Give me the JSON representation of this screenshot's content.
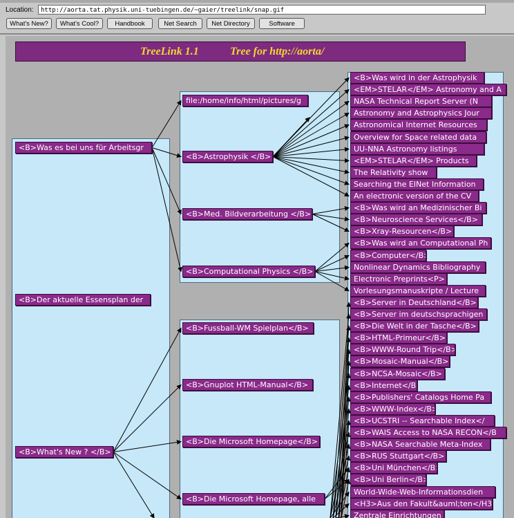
{
  "location": {
    "label": "Location:",
    "url": "http://aorta.tat.physik.uni-tuebingen.de/~gaier/treelink/snap.gif"
  },
  "nav_buttons": [
    "What's New?",
    "What's Cool?",
    "Handbook",
    "Net Search",
    "Net Directory",
    "Software"
  ],
  "title": {
    "app": "TreeLink 1.1",
    "tree": "Tree for http://aorta/"
  },
  "tree": {
    "left_nodes": [
      "<B>Was es bei uns für Arbeitsgr",
      "<B>Der aktuelle Essensplan der",
      "<B>What's New ? </B>"
    ],
    "mid_upper_nodes": [
      "file:/home/info/html/pictures/g",
      "<B>Astrophysik </B>",
      "<B>Med. Bildverarbeitung </B>",
      "<B>Computational Physics </B>"
    ],
    "mid_lower_nodes": [
      "<B>Fussball-WM Spielplan</B>",
      "<B>Gnuplot HTML-Manual</B>",
      "<B>Die Microsoft Homepage</B>",
      "<B>Die Microsoft Homepage, alle"
    ],
    "right_nodes": [
      "<B>Was wird in der Astrophysik",
      "<EM>STELAR</EM> Astronomy and A",
      "NASA Technical Report Server (N",
      "Astronomy and Astrophysics Jour",
      "Astronomical Internet Resources",
      "Overview for Space related data",
      "UU-NNA Astronomy listings",
      "<EM>STELAR</EM> Products",
      "The Relativity show",
      "Searching the EINet Information",
      "An electronic version of the CV",
      "<B>Was wird an Medizinischer Bi",
      "<B>Neuroscience Services</B>",
      "<B>Xray-Resourcen</B>",
      "<B>Was wird an Computational Ph",
      "<B>Computer</B>",
      "Nonlinear Dynamics Bibliography",
      "Electronic Preprints<P>",
      "Vorlesungsmanuskripte / Lecture",
      "<B>Server in Deutschland</B>",
      "<B>Server im deutschsprachigen",
      "<B>Die Welt in der Tasche</B>",
      "<B>HTML-Primeur</B>",
      "<B>WWW-Round Trip</B>",
      "<B>Mosaic-Manual</B>",
      "<B>NCSA-Mosaic</B>",
      "<B>Internet</B>",
      "<B>Publishers' Catalogs Home Pa",
      "<B>WWW-Index</B>",
      "<B>UCSTRI -- Searchable Index</",
      "<B>WAIS Access to NASA RECON</B",
      "<B>NASA Searchable Meta-Index",
      "<B>RUS Stuttgart</B>",
      "<B>Uni München</B>",
      "<B>Uni Berlin</B>",
      "World-Wide-Web-Informationsdien",
      "<H3>Aus den Fakult&auml;ten</H3",
      "Zentrale Einrichtungen"
    ]
  },
  "colors": {
    "node_fill": "#8a2a8a",
    "panel_fill": "#c6e8f8",
    "title_text": "#f0d832",
    "background": "#b0b0b0"
  }
}
